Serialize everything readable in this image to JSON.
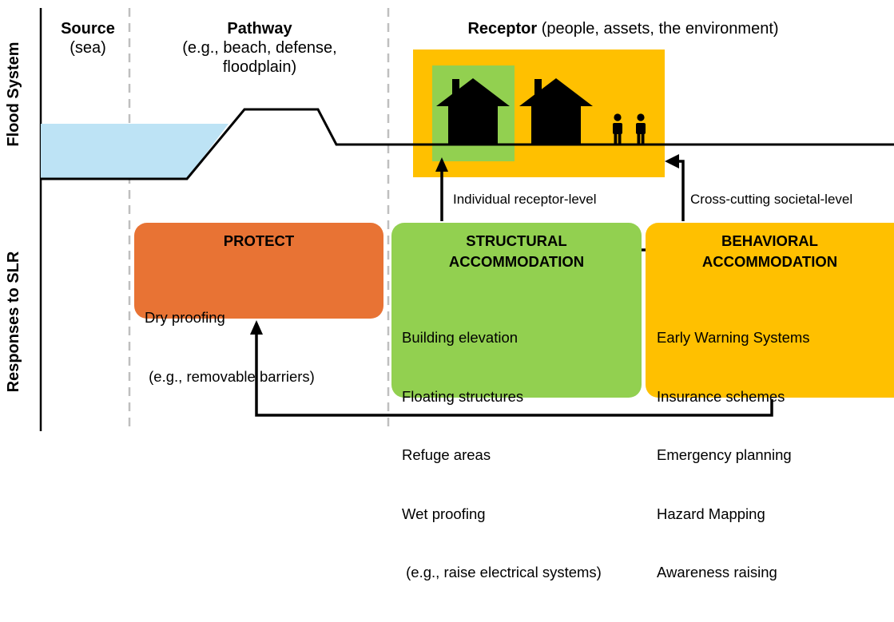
{
  "row_labels": {
    "top": "Flood System",
    "bottom": "Responses to SLR"
  },
  "columns": {
    "source": {
      "title": "Source",
      "sub": "(sea)"
    },
    "pathway": {
      "title": "Pathway",
      "sub_lines": [
        "(e.g., beach, defense,",
        "floodplain)"
      ]
    },
    "receptor": {
      "title": "Receptor",
      "sub": " (people, assets, the environment)"
    }
  },
  "levels": {
    "individual": "Individual receptor-level",
    "societal": "Cross-cutting societal-level"
  },
  "boxes": {
    "protect": {
      "title": "PROTECT",
      "items": [
        "Dry proofing",
        " (e.g., removable barriers)"
      ],
      "color": "#E87334"
    },
    "structural": {
      "title_lines": [
        "STRUCTURAL",
        "ACCOMMODATION"
      ],
      "items": [
        "Building elevation",
        "Floating structures",
        "Refuge areas",
        "Wet proofing",
        " (e.g., raise electrical systems)"
      ],
      "color": "#92D050"
    },
    "behavioral": {
      "title_lines": [
        "BEHAVIORAL",
        "ACCOMMODATION"
      ],
      "items": [
        "Early Warning Systems",
        "Insurance schemes",
        "Emergency planning",
        "Hazard Mapping",
        "Awareness raising"
      ],
      "color": "#FFC000"
    }
  },
  "colors": {
    "water": "#BDE3F5",
    "receptor_area": "#FFC000",
    "receptor_highlight": "#92D050",
    "divider": "#BFBFBF"
  },
  "icons": [
    "house-icon",
    "house-icon",
    "person-icon",
    "person-icon"
  ]
}
